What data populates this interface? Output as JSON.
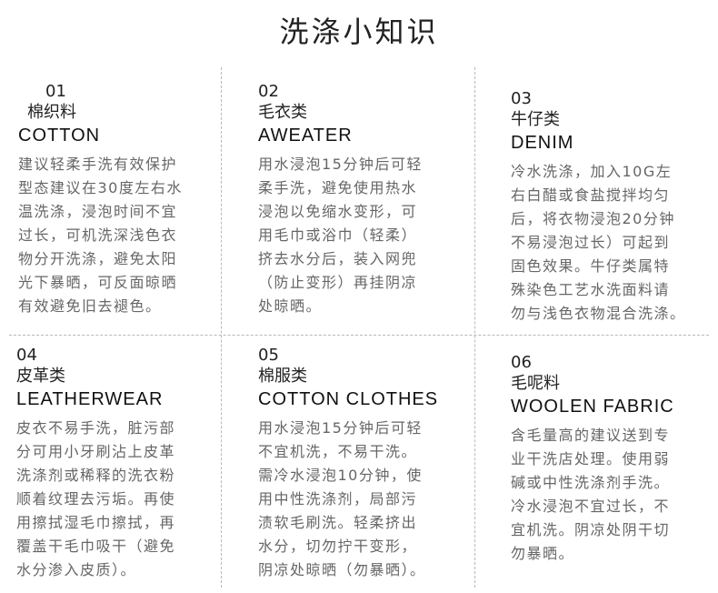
{
  "title": "洗涤小知识",
  "cards": [
    {
      "num": "01",
      "cn": "棉织料",
      "en": "COTTON",
      "lines": [
        "建议轻柔手洗有效保护",
        "型态建议在30度左右水",
        "温洗涤，浸泡时间不宜",
        "过长，可机洗深浅色衣",
        "物分开洗涤，避免太阳",
        "光下暴晒，可反面晾晒",
        "有效避免旧去褪色。"
      ]
    },
    {
      "num": "02",
      "cn": "毛衣类",
      "en": "AWEATER",
      "lines": [
        "用水浸泡15分钟后可轻",
        "柔手洗，避免使用热水",
        "浸泡以免缩水变形，可",
        "用毛巾或浴巾（轻柔）",
        "挤去水分后，装入网兜",
        "（防止变形）再挂阴凉",
        "处晾晒。"
      ]
    },
    {
      "num": "03",
      "cn": "牛仔类",
      "en": "DENIM",
      "lines": [
        "冷水洗涤，加入10G左",
        "右白醋或食盐搅拌均匀",
        "后，将衣物浸泡20分钟",
        "不易浸泡过长）可起到",
        "固色效果。牛仔类属特",
        "殊染色工艺水洗面料请",
        "勿与浅色衣物混合洗涤。"
      ]
    },
    {
      "num": "04",
      "cn": "皮革类",
      "en": "LEATHERWEAR",
      "lines": [
        "皮衣不易手洗，脏污部",
        "分可用小牙刷沾上皮革",
        "洗涤剂或稀释的洗衣粉",
        "顺着纹理去污垢。再使",
        "用擦拭湿毛巾擦拭，再",
        "覆盖干毛巾吸干（避免",
        "水分渗入皮质）。"
      ]
    },
    {
      "num": "05",
      "cn": "棉服类",
      "en": "COTTON CLOTHES",
      "lines": [
        "用水浸泡15分钟后可轻",
        "不宜机洗，不易干洗。",
        "需冷水浸泡10分钟，使",
        "用中性洗涤剂，局部污",
        "渍软毛刷洗。轻柔挤出",
        "水分，切勿拧干变形，",
        "阴凉处晾晒（勿暴晒）。"
      ]
    },
    {
      "num": "06",
      "cn": "毛呢料",
      "en": "WOOLEN FABRIC",
      "lines": [
        "含毛量高的建议送到专",
        "业干洗店处理。使用弱",
        "碱或中性洗涤剂手洗。",
        "冷水浸泡不宜过长，不",
        "宜机洗。阴凉处阴干切",
        "勿暴晒。"
      ]
    }
  ]
}
